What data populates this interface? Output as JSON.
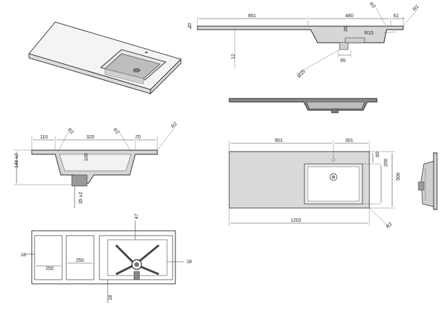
{
  "colors": {
    "line": "#333333",
    "top_face": "#f2f2f2",
    "part_fill": "#d6d6d6",
    "dark_fill": "#8a8a8a"
  },
  "top_right": {
    "d661": "661",
    "d480": "480",
    "d61": "61",
    "r2a": "R2",
    "r2b": "R2",
    "d20": "20",
    "d35": "35",
    "r15": "R15",
    "d12": "12",
    "d65": "65",
    "dia25": "Ø25"
  },
  "left_section": {
    "d110": "110",
    "d320": "320",
    "d70": "70",
    "r2a": "R2",
    "r2b": "R2",
    "r2c": "R2",
    "d100": "100",
    "d148": "148 ±2",
    "d35": "35 ±2"
  },
  "plan": {
    "d901": "901",
    "d301": "301",
    "d60": "60",
    "d200": "200",
    "d500": "500",
    "d1202": "1202",
    "r2": "R2"
  },
  "bottom": {
    "d18a": "18",
    "d250a": "250",
    "d250b": "250",
    "d47": "47",
    "d18b": "18",
    "d18c": "18"
  }
}
